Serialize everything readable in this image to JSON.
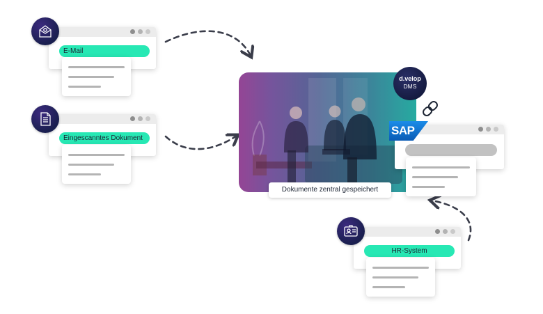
{
  "sources": [
    {
      "label": "E-Mail",
      "icon": "email-icon"
    },
    {
      "label": "Eingescanntes Dokument",
      "icon": "document-icon"
    }
  ],
  "center": {
    "caption": "Dokumente zentral gespeichert"
  },
  "dms_badge": {
    "brand": "d.velop",
    "product": "DMS"
  },
  "sap": {
    "logo_text": "SAP"
  },
  "hr": {
    "label": "HR-System",
    "icon": "id-card-icon"
  },
  "colors": {
    "accent_green": "#27e8b4",
    "badge_navy": "#1a1f4f",
    "sap_blue": "#0a5bb5",
    "arrow": "#3a3d4a"
  }
}
